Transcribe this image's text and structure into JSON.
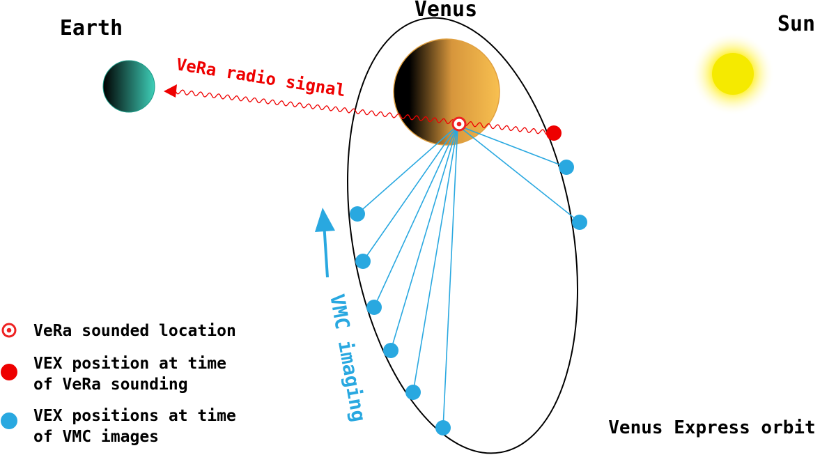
{
  "bodies": {
    "earth": {
      "label": "Earth",
      "color_light": "#3ecfb8",
      "color_dark": "#000000"
    },
    "venus": {
      "label": "Venus",
      "color_light": "#f8c050",
      "color_dark": "#000000"
    },
    "sun": {
      "label": "Sun",
      "color": "#ffee00"
    }
  },
  "signal": {
    "label": "VeRa radio signal",
    "color": "#ee0000"
  },
  "imaging": {
    "label": "VMC imaging",
    "color": "#29a8e0"
  },
  "orbit": {
    "label": "Venus Express orbit"
  },
  "legend": {
    "sounded_location": "VeRa sounded location",
    "vex_vera_line1": "VEX position at time",
    "vex_vera_line2": "of VeRa sounding",
    "vex_vmc_line1": "VEX positions at time",
    "vex_vmc_line2": "of VMC images"
  }
}
